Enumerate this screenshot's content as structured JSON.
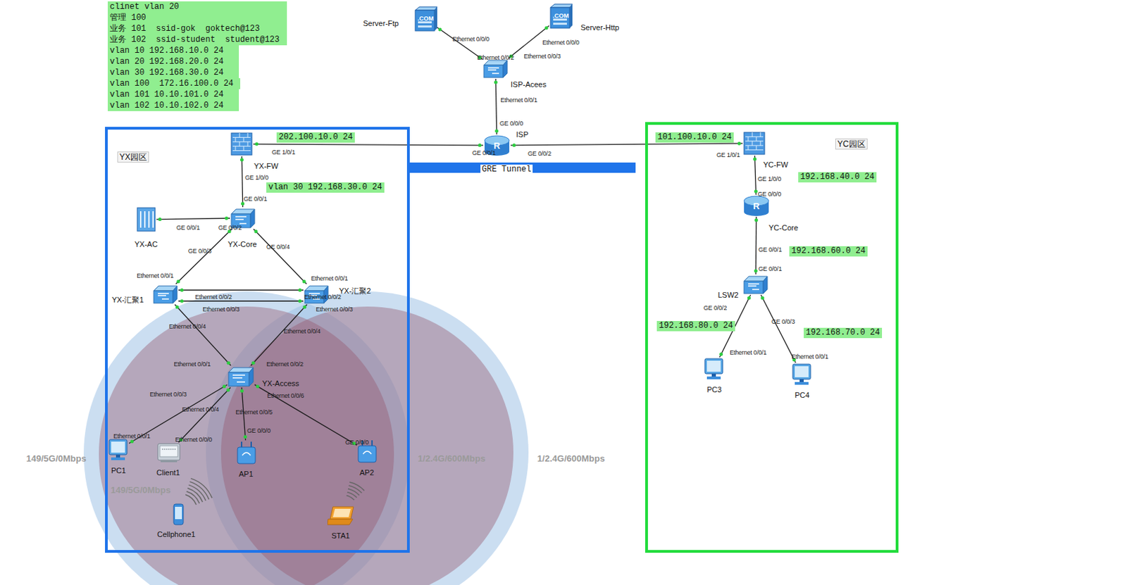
{
  "diagram": {
    "nodes": [
      {
        "text": [
          "clinet vlan 20",
          "管理 100",
          "业务 101  ssid-gok  goktech@123",
          "业务 102  ssid-student  student@123",
          "vlan 10 192.168.10.0 24",
          "vlan 20 192.168.20.0 24",
          "vlan 30 192.168.30.0 24",
          "vlan 100  172.16.100.0 24",
          "vlan 101 10.10.101.0 24",
          "vlan 102 10.10.102.0 24"
        ]
      },
      {
        "text": [
          "Server-Ftp",
          ".COM"
        ]
      },
      {
        "text": [
          "Server-Http",
          ".COM"
        ]
      },
      {
        "text": [
          "ISP-Acees"
        ]
      },
      {
        "text": [
          "ISP",
          "R"
        ]
      },
      {
        "text": [
          "YX园区"
        ]
      },
      {
        "text": [
          "YX-FW"
        ],
        "in": 5
      },
      {
        "text": [
          "202.100.10.0 24"
        ],
        "in": 5
      },
      {
        "text": [
          "vlan 30 192.168.30.0 24"
        ],
        "in": 5
      },
      {
        "text": [
          "YX-Core"
        ],
        "in": 5
      },
      {
        "text": [
          "YX-AC"
        ],
        "in": 5
      },
      {
        "text": [
          "YX-汇聚1"
        ],
        "in": 5
      },
      {
        "text": [
          "YX-汇聚2"
        ],
        "in": 5
      },
      {
        "text": [
          "YX-Access"
        ],
        "in": 5
      },
      {
        "text": [
          "PC1"
        ],
        "in": 5
      },
      {
        "text": [
          "Client1"
        ],
        "in": 5
      },
      {
        "text": [
          "AP1"
        ],
        "in": 5
      },
      {
        "text": [
          "AP2"
        ],
        "in": 5
      },
      {
        "text": [
          "Cellphone1"
        ],
        "in": 5
      },
      {
        "text": [
          "STA1"
        ],
        "in": 5
      },
      {
        "text": [
          "GRE Tunnel"
        ]
      },
      {
        "text": [
          "YC园区"
        ]
      },
      {
        "text": [
          "YC-FW"
        ],
        "in": 21
      },
      {
        "text": [
          "101.100.10.0 24"
        ],
        "in": 21
      },
      {
        "text": [
          "192.168.40.0 24"
        ],
        "in": 21
      },
      {
        "text": [
          "YC-Core",
          "R"
        ],
        "in": 21
      },
      {
        "text": [
          "192.168.60.0 24"
        ],
        "in": 21
      },
      {
        "text": [
          "LSW2"
        ],
        "in": 21
      },
      {
        "text": [
          "192.168.80.0 24"
        ],
        "in": 21
      },
      {
        "text": [
          "192.168.70.0 24"
        ],
        "in": 21
      },
      {
        "text": [
          "PC3"
        ],
        "in": 21
      },
      {
        "text": [
          "PC4"
        ],
        "in": 21
      }
    ],
    "edges": [
      {
        "from": 1,
        "to": 3,
        "arrow": "none"
      },
      {
        "from": 2,
        "to": 3,
        "arrow": "none"
      },
      {
        "from": 3,
        "to": 4,
        "arrow": "none"
      },
      {
        "from": 6,
        "to": 4,
        "arrow": "none"
      },
      {
        "from": 4,
        "to": 22,
        "arrow": "none"
      },
      {
        "from": 6,
        "to": 9,
        "arrow": "none"
      },
      {
        "from": 10,
        "to": 9,
        "arrow": "none"
      },
      {
        "from": 9,
        "to": 11,
        "arrow": "none"
      },
      {
        "from": 9,
        "to": 12,
        "arrow": "none"
      },
      {
        "from": 11,
        "to": 12,
        "arrow": "none"
      },
      {
        "from": 11,
        "to": 12,
        "arrow": "none"
      },
      {
        "from": 11,
        "to": 13,
        "arrow": "none"
      },
      {
        "from": 12,
        "to": 13,
        "arrow": "none"
      },
      {
        "from": 13,
        "to": 14,
        "arrow": "none"
      },
      {
        "from": 13,
        "to": 15,
        "arrow": "none"
      },
      {
        "from": 13,
        "to": 16,
        "arrow": "none"
      },
      {
        "from": 13,
        "to": 17,
        "arrow": "none"
      },
      {
        "from": 22,
        "to": 25,
        "arrow": "none"
      },
      {
        "from": 25,
        "to": 27,
        "arrow": "none"
      },
      {
        "from": 27,
        "to": 30,
        "arrow": "none"
      },
      {
        "from": 27,
        "to": 31,
        "arrow": "none"
      }
    ],
    "labels": [
      "Ethernet 0/0/0",
      "Ethernet 0/0/0",
      "Ethernet 0/0/2",
      "Ethernet 0/0/3",
      "Ethernet 0/0/1",
      "GE 0/0/0",
      "GE 0/0/1",
      "GE 0/0/2",
      "GE 1/0/1",
      "GE 1/0/1",
      "GE 1/0/0",
      "GE 0/0/1",
      "GE 0/0/1",
      "GE 0/0/2",
      "GE 0/0/3",
      "GE 0/0/4",
      "Ethernet 0/0/1",
      "Ethernet 0/0/1",
      "Ethernet 0/0/2",
      "Ethernet 0/0/3",
      "Ethernet 0/0/2",
      "Ethernet 0/0/3",
      "Ethernet 0/0/4",
      "Ethernet 0/0/4",
      "Ethernet 0/0/1",
      "Ethernet 0/0/2",
      "Ethernet 0/0/3",
      "Ethernet 0/0/6",
      "Ethernet 0/0/4",
      "Ethernet 0/0/5",
      "GE 0/0/0",
      "GE 0/0/0",
      "Ethernet 0/0/1",
      "Ethernet 0/0/0",
      "GE 1/0/0",
      "GE 0/0/0",
      "GE 0/0/1",
      "GE 0/0/1",
      "GE 0/0/2",
      "GE 0/0/3",
      "Ethernet 0/0/1",
      "Ethernet 0/0/1",
      "149/5G/0Mbps",
      "149/5G/0Mbps",
      "1/2.4G/600Mbps",
      "1/2.4G/600Mbps"
    ]
  }
}
